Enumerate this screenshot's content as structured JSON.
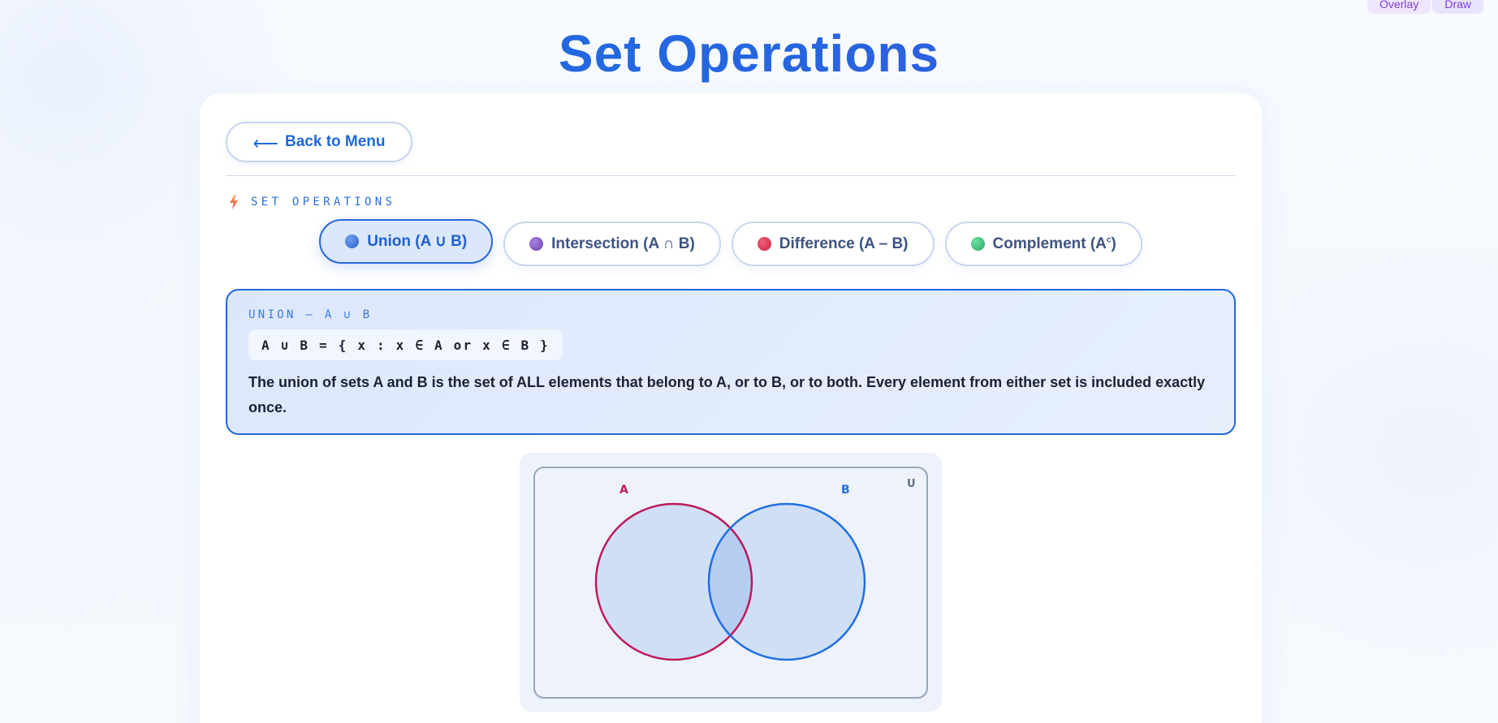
{
  "toolbar": {
    "overlay_label": "Overlay",
    "draw_label": "Draw"
  },
  "header": {
    "title": "Set Operations"
  },
  "nav": {
    "back_label": "Back to Menu",
    "back_icon": "arrow-left-icon"
  },
  "section": {
    "icon": "lightning-bolt-icon",
    "label": "SET OPERATIONS"
  },
  "tabs": [
    {
      "label": "Union (A ∪ B)",
      "color": "#3a7be0",
      "active": true
    },
    {
      "label": "Intersection (A ∩ B)",
      "color": "#8a5cc8",
      "active": false
    },
    {
      "label": "Difference (A – B)",
      "color": "#e0304f",
      "active": false
    },
    {
      "label_main": "Complement (A",
      "label_sup": "c",
      "label_end": ")",
      "color": "#3cc47c",
      "active": false
    }
  ],
  "info": {
    "kicker": "UNION — A ∪ B",
    "formula": "A ∪ B = { x : x ∈ A or x ∈ B }",
    "description": "The union of sets A and B is the set of ALL elements that belong to A, or to B, or to both. Every element from either set is included exactly once."
  },
  "venn": {
    "label_a": "A",
    "label_b": "B",
    "label_universe": "U",
    "color_a": "#c0185a",
    "color_b": "#1f6fe0",
    "fill": "#cfdff6",
    "overlap_fill": "#b6cdf2",
    "universe_stroke": "#98a6b8"
  }
}
